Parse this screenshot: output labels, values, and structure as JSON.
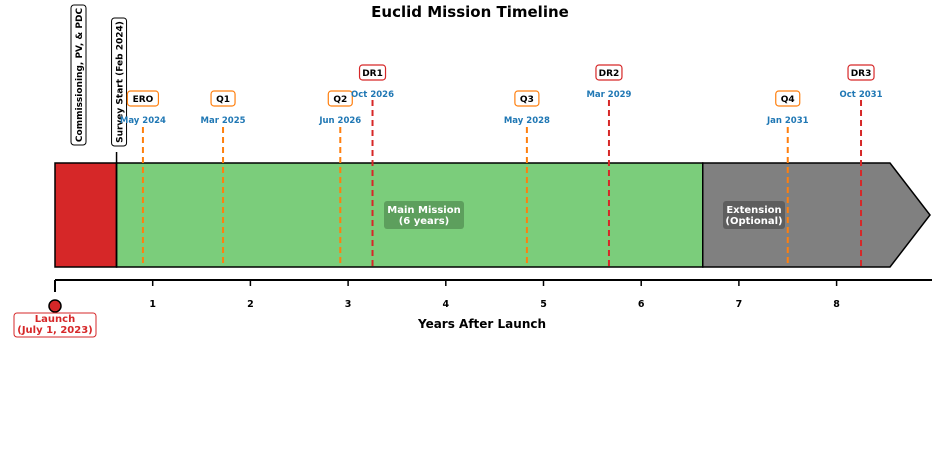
{
  "chart_data": {
    "type": "timeline",
    "title": "Euclid Mission Timeline",
    "xlabel": "Years After Launch",
    "xlim": [
      0,
      9
    ],
    "xticks": [
      1,
      2,
      3,
      4,
      5,
      6,
      7,
      8
    ],
    "launch": {
      "x": 0,
      "label_line1": "Launch",
      "label_line2": "(July 1, 2023)"
    },
    "phases": [
      {
        "name": "Commissioning, PV, & PDC",
        "start": 0,
        "end": 0.63,
        "color": "#d62728",
        "label": ""
      },
      {
        "name": "Main Mission",
        "start": 0.63,
        "end": 6.63,
        "color": "#7bcd7b",
        "label_line1": "Main Mission",
        "label_line2": "(6 years)",
        "label_bg": "#5a9a5a"
      },
      {
        "name": "Extension",
        "start": 6.63,
        "end": 9.0,
        "color": "#808080",
        "label_line1": "Extension",
        "label_line2": "(Optional)",
        "label_bg": "#5a5a5a"
      }
    ],
    "vertical_markers": [
      {
        "x": 0.63,
        "label": "Survey Start (Feb 2024)",
        "style": "solid",
        "color": "#000000"
      }
    ],
    "side_label": "Commissioning, PV, & PDC",
    "quick_releases": [
      {
        "name": "ERO",
        "date": "May 2024",
        "x": 0.9
      },
      {
        "name": "Q1",
        "date": "Mar 2025",
        "x": 1.72
      },
      {
        "name": "Q2",
        "date": "Jun 2026",
        "x": 2.92
      },
      {
        "name": "Q3",
        "date": "May 2028",
        "x": 4.83
      },
      {
        "name": "Q4",
        "date": "Jan 2031",
        "x": 7.5
      }
    ],
    "data_releases": [
      {
        "name": "DR1",
        "date": "Oct 2026",
        "x": 3.25
      },
      {
        "name": "DR2",
        "date": "Mar 2029",
        "x": 5.67
      },
      {
        "name": "DR3",
        "date": "Oct 2031",
        "x": 8.25
      }
    ],
    "colors": {
      "quick_release": "#ff7f0e",
      "data_release": "#d62728",
      "date_text": "#1f77b4"
    }
  }
}
